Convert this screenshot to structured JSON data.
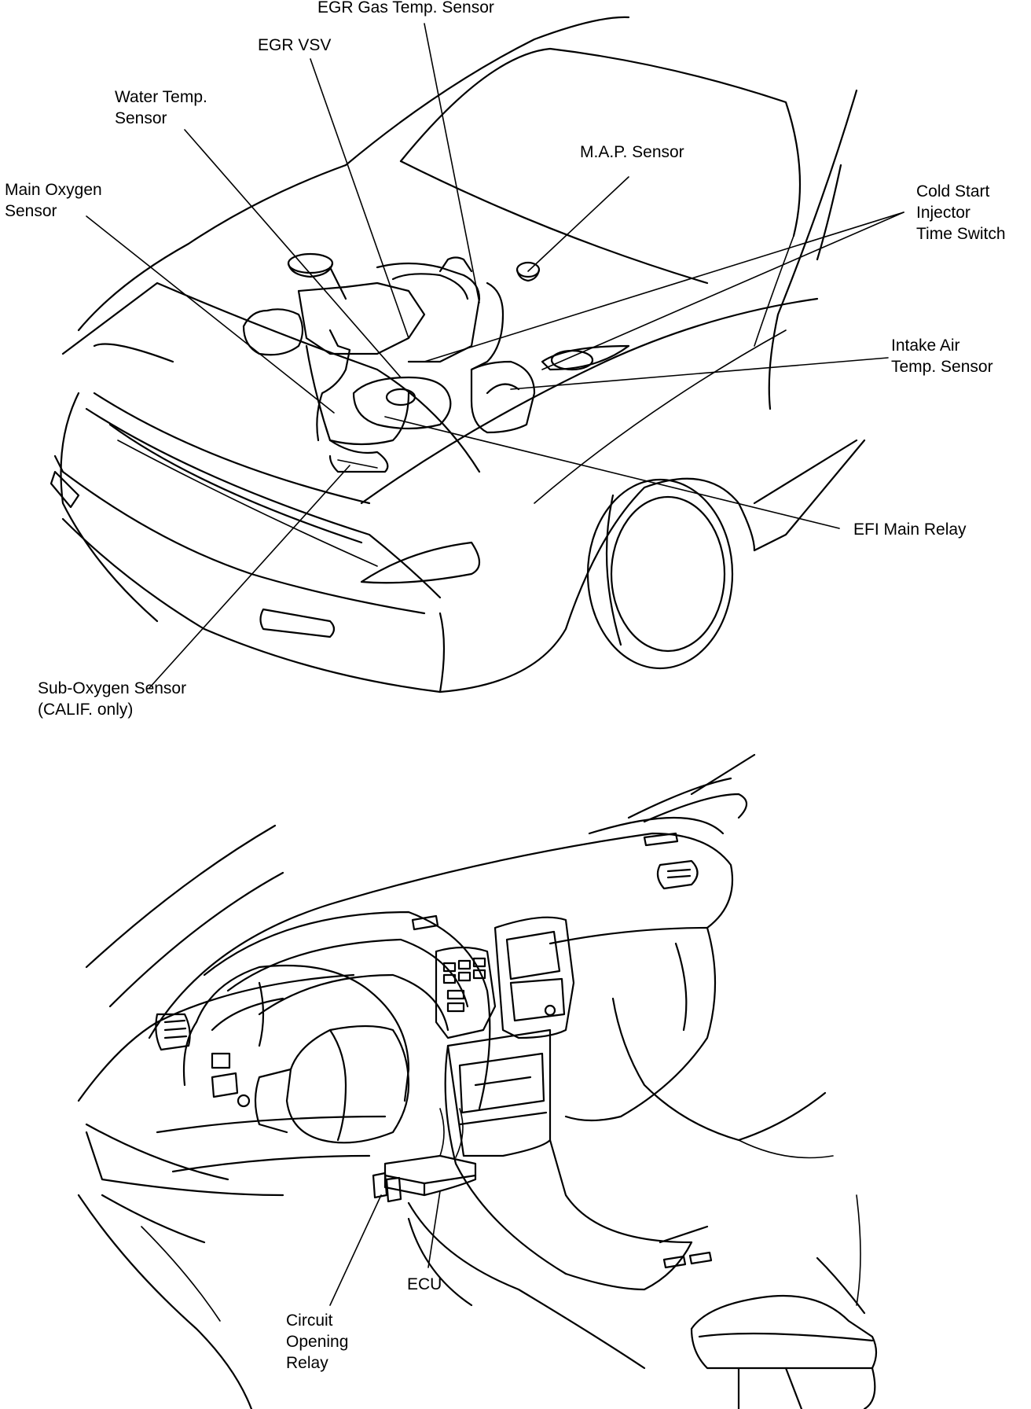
{
  "colors": {
    "ink": "#000000",
    "background": "#ffffff"
  },
  "engine_bay": {
    "labels": {
      "egr_gas_temp_sensor": [
        "EGR Gas Temp. Sensor"
      ],
      "egr_vsv": [
        "EGR VSV"
      ],
      "water_temp_sensor": [
        "Water Temp.",
        "Sensor"
      ],
      "map_sensor": [
        "M.A.P. Sensor"
      ],
      "main_oxygen_sensor": [
        "Main Oxygen",
        "Sensor"
      ],
      "cold_start_injector_time_switch": [
        "Cold Start",
        "Injector",
        "Time Switch"
      ],
      "intake_air_temp_sensor": [
        "Intake Air",
        "Temp. Sensor"
      ],
      "efi_main_relay": [
        "EFI Main Relay"
      ],
      "sub_oxygen_sensor": [
        "Sub-Oxygen Sensor",
        "(CALIF. only)"
      ]
    }
  },
  "interior": {
    "labels": {
      "circuit_opening_relay": [
        "Circuit",
        "Opening",
        "Relay"
      ],
      "ecu": [
        "ECU"
      ]
    }
  }
}
